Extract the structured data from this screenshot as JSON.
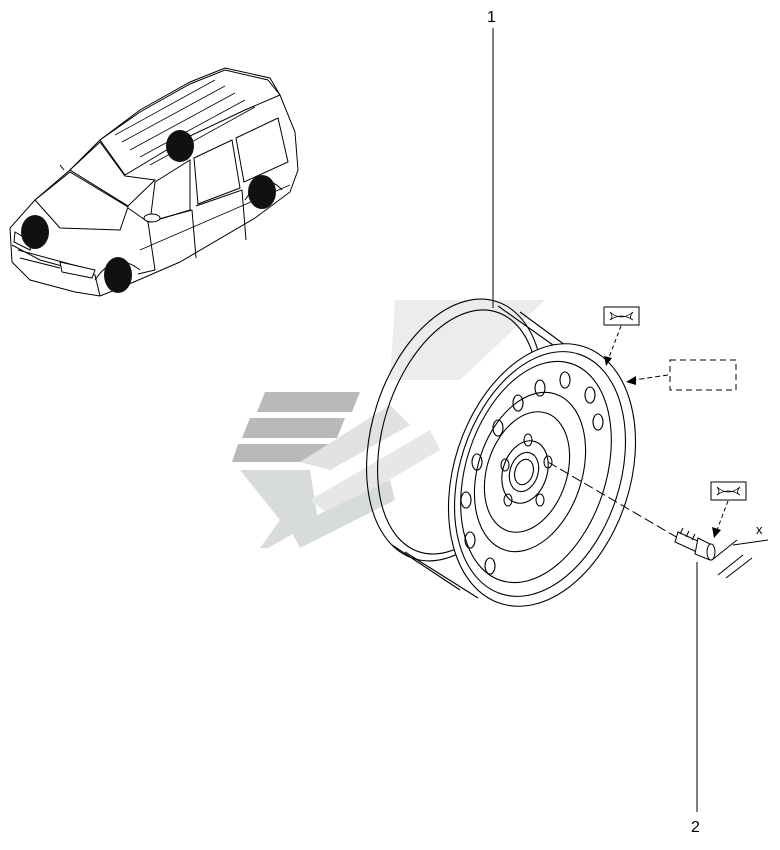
{
  "diagram": {
    "callouts": {
      "wheel": "1",
      "bolt": "2",
      "dimension": "x"
    },
    "watermark_colors": {
      "dark": "#b7b7b7",
      "light": "#d9ddd9"
    },
    "line_color": "#000000",
    "fill_color": "#ffffff",
    "markers": [
      "black-dot",
      "black-dot",
      "black-dot",
      "black-dot"
    ]
  }
}
